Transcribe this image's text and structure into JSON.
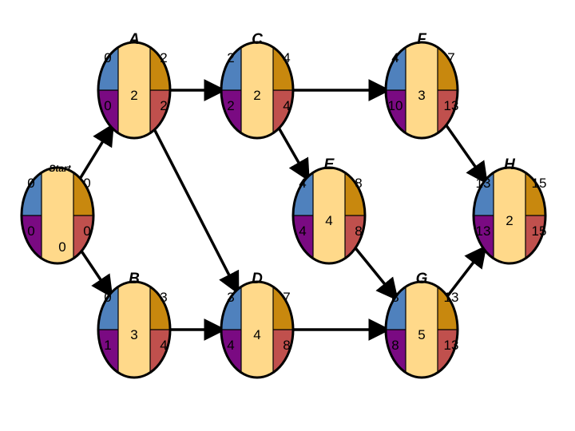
{
  "colors": {
    "es": "#4f81bd",
    "ef": "#c8880e",
    "ls": "#7a0a82",
    "lf": "#c0504d",
    "center": "#ffd98a",
    "outline": "#000000",
    "arrow": "#000000"
  },
  "nodes": [
    {
      "id": "start",
      "name": "Start",
      "es": "0",
      "ef": "0",
      "ls": "0",
      "lf": "0",
      "dur": "0"
    },
    {
      "id": "A",
      "name": "A",
      "es": "0",
      "ef": "2",
      "ls": "0",
      "lf": "2",
      "dur": "2"
    },
    {
      "id": "B",
      "name": "B",
      "es": "0",
      "ef": "3",
      "ls": "1",
      "lf": "4",
      "dur": "3"
    },
    {
      "id": "C",
      "name": "C",
      "es": "2",
      "ef": "4",
      "ls": "2",
      "lf": "4",
      "dur": "2"
    },
    {
      "id": "D",
      "name": "D",
      "es": "3",
      "ef": "7",
      "ls": "4",
      "lf": "8",
      "dur": "4"
    },
    {
      "id": "E",
      "name": "E",
      "es": "4",
      "ef": "8",
      "ls": "4",
      "lf": "8",
      "dur": "4"
    },
    {
      "id": "F",
      "name": "F",
      "es": "4",
      "ef": "7",
      "ls": "10",
      "lf": "13",
      "dur": "3"
    },
    {
      "id": "G",
      "name": "G",
      "es": "8",
      "ef": "13",
      "ls": "8",
      "lf": "13",
      "dur": "5"
    },
    {
      "id": "H",
      "name": "H",
      "es": "13",
      "ef": "15",
      "ls": "13",
      "lf": "15",
      "dur": "2"
    }
  ],
  "edges": [
    {
      "from": "start",
      "to": "A"
    },
    {
      "from": "start",
      "to": "B"
    },
    {
      "from": "A",
      "to": "C"
    },
    {
      "from": "A",
      "to": "D"
    },
    {
      "from": "B",
      "to": "D"
    },
    {
      "from": "C",
      "to": "F"
    },
    {
      "from": "C",
      "to": "E"
    },
    {
      "from": "D",
      "to": "G"
    },
    {
      "from": "E",
      "to": "G"
    },
    {
      "from": "F",
      "to": "H"
    },
    {
      "from": "G",
      "to": "H"
    }
  ]
}
